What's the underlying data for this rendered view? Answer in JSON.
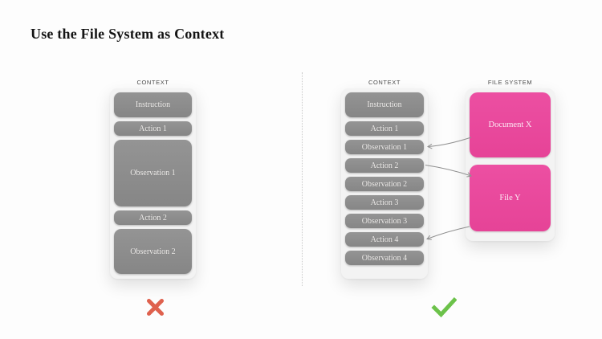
{
  "page": {
    "title": "Use the File System as Context"
  },
  "left_diagram": {
    "label": "CONTEXT",
    "blocks": [
      "Instruction",
      "Action 1",
      "Observation 1",
      "Action 2",
      "Observation 2"
    ],
    "verdict": "cross"
  },
  "right_diagram": {
    "context": {
      "label": "CONTEXT",
      "blocks": [
        "Instruction",
        "Action 1",
        "Observation 1",
        "Action 2",
        "Observation 2",
        "Action 3",
        "Observation 3",
        "Action 4",
        "Observation 4"
      ]
    },
    "file_system": {
      "label": "FILE SYSTEM",
      "blocks": [
        "Document X",
        "File Y"
      ]
    },
    "connections": [
      {
        "from": "Document X",
        "to": "Observation 1"
      },
      {
        "from": "Action 2",
        "to": "File Y"
      },
      {
        "from": "File Y",
        "to": "Action 4"
      }
    ],
    "verdict": "check"
  },
  "colors": {
    "block_gray": "#8c8c8c",
    "panel_light": "#f3f3f3",
    "file_pink": "#e8489c",
    "arrow_gray": "#8f8f8f",
    "cross_red": "#df614e",
    "check_green": "#6cc24a"
  }
}
